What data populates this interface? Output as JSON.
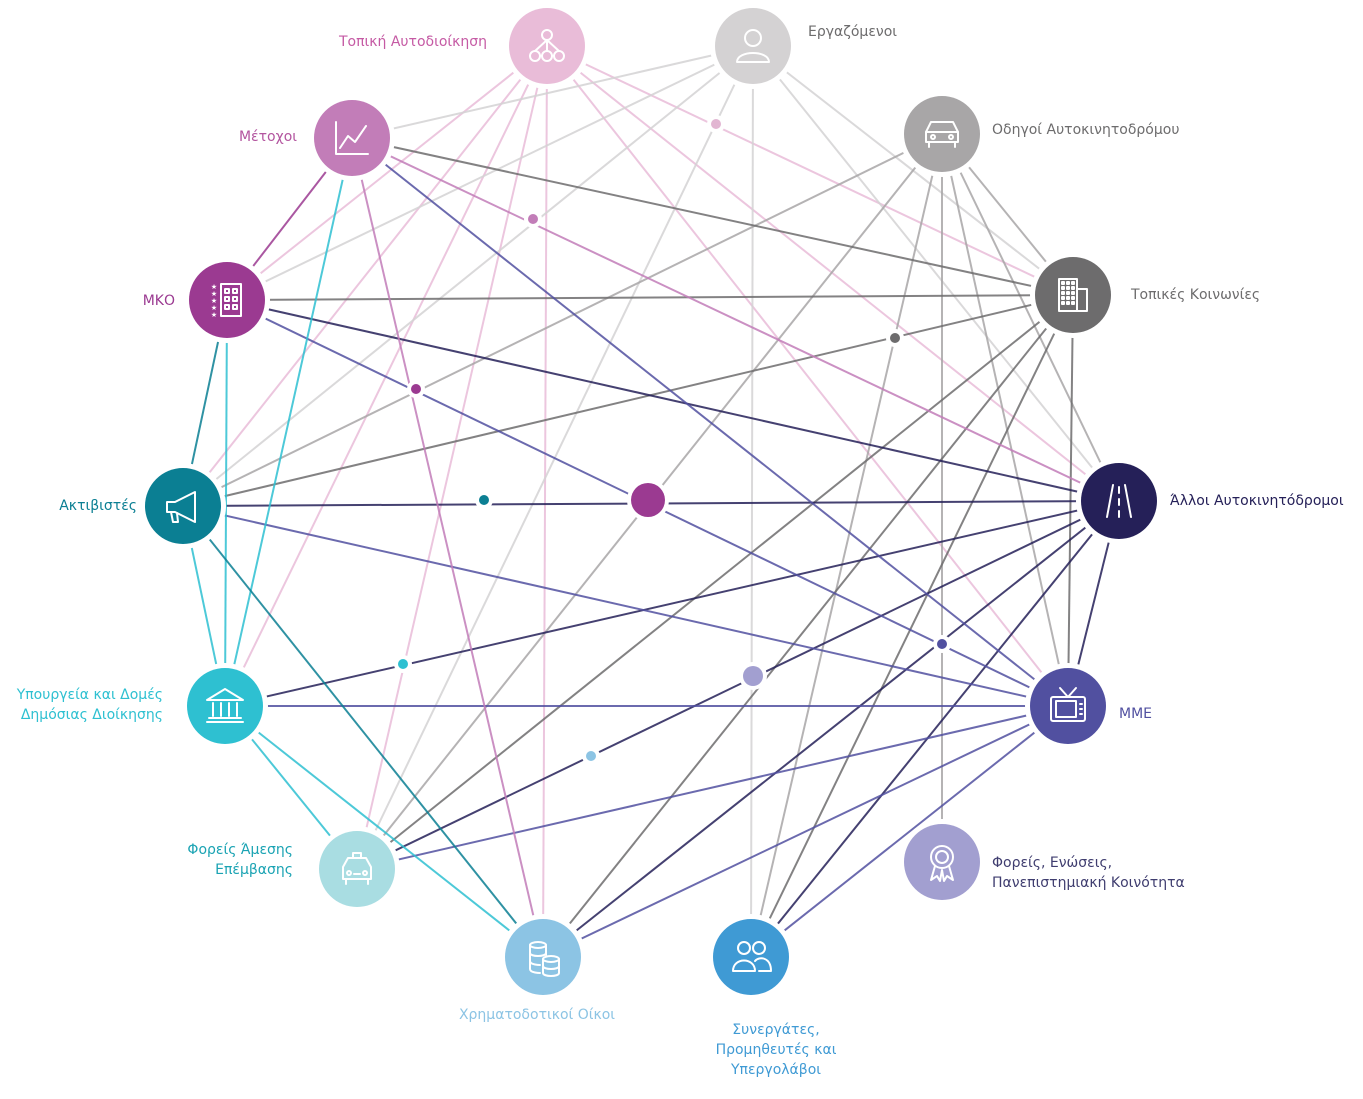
{
  "nodes": [
    {
      "id": "topiki",
      "label": [
        "Τοπική Αυτοδιοίκηση"
      ],
      "color": "#e9bcd8",
      "icon": "hierarchy-icon"
    },
    {
      "id": "ergazomenoi",
      "label": [
        "Εργαζόμενοι"
      ],
      "color": "#d4d2d3",
      "icon": "person-icon"
    },
    {
      "id": "odigoi",
      "label": [
        "Οδηγοί Αυτοκινητοδρόμου"
      ],
      "color": "#a8a6a7",
      "icon": "car-icon"
    },
    {
      "id": "topikes_koinonies",
      "label": [
        "Τοπικές Κοινωνίες"
      ],
      "color": "#6d6c6d",
      "icon": "building-icon"
    },
    {
      "id": "alloi",
      "label": [
        "Άλλοι Αυτοκινητόδρομοι"
      ],
      "color": "#252058",
      "icon": "road-icon"
    },
    {
      "id": "mme",
      "label": [
        "ΜΜΕ"
      ],
      "color": "#5150a0",
      "icon": "tv-icon"
    },
    {
      "id": "foreis_enoseis",
      "label": [
        "Φορείς, Ενώσεις,",
        "Πανεπιστημιακή Κοινότητα"
      ],
      "color": "#a29fd0",
      "icon": "award-icon"
    },
    {
      "id": "synergates",
      "label": [
        "Συνεργάτες,",
        "Προμηθευτές και",
        "Υπεργολάβοι"
      ],
      "color": "#3f9ad4",
      "icon": "people-icon"
    },
    {
      "id": "xrimatodotikoi",
      "label": [
        "Χρηματοδοτικοί Οίκοι"
      ],
      "color": "#8cc4e4",
      "icon": "coins-icon"
    },
    {
      "id": "foreis_amesis",
      "label": [
        "Φορείς Άμεσης",
        "Επέμβασης"
      ],
      "color": "#a9dde2",
      "icon": "taxi-icon"
    },
    {
      "id": "ypourgeia",
      "label": [
        "Υπουργεία και Δομές",
        "Δημόσιας Διοίκησης"
      ],
      "color": "#2ec0d1",
      "icon": "government-icon"
    },
    {
      "id": "aktivistes",
      "label": [
        "Ακτιβιστές"
      ],
      "color": "#0b7f93",
      "icon": "megaphone-icon"
    },
    {
      "id": "mko",
      "label": [
        "ΜΚΟ"
      ],
      "color": "#9b3a91",
      "icon": "hotel-icon"
    },
    {
      "id": "metoxoi",
      "label": [
        "Μέτοχοι"
      ],
      "color": "#c27db8",
      "icon": "chart-up-icon"
    }
  ],
  "edges": [
    [
      "topiki",
      "ypourgeia"
    ],
    [
      "topiki",
      "foreis_amesis"
    ],
    [
      "topiki",
      "aktivistes"
    ],
    [
      "topiki",
      "mko"
    ],
    [
      "topiki",
      "alloi"
    ],
    [
      "topiki",
      "topikes_koinonies"
    ],
    [
      "topiki",
      "mme"
    ],
    [
      "topiki",
      "xrimatodotikoi"
    ],
    [
      "ergazomenoi",
      "synergates"
    ],
    [
      "ergazomenoi",
      "foreis_amesis"
    ],
    [
      "ergazomenoi",
      "mko"
    ],
    [
      "ergazomenoi",
      "aktivistes"
    ],
    [
      "ergazomenoi",
      "topikes_koinonies"
    ],
    [
      "ergazomenoi",
      "alloi"
    ],
    [
      "ergazomenoi",
      "metoxoi"
    ],
    [
      "odigoi",
      "foreis_amesis"
    ],
    [
      "odigoi",
      "synergates"
    ],
    [
      "odigoi",
      "foreis_enoseis"
    ],
    [
      "odigoi",
      "aktivistes"
    ],
    [
      "odigoi",
      "mme"
    ],
    [
      "odigoi",
      "alloi"
    ],
    [
      "odigoi",
      "topikes_koinonies"
    ],
    [
      "topikes_koinonies",
      "mko"
    ],
    [
      "topikes_koinonies",
      "aktivistes"
    ],
    [
      "topikes_koinonies",
      "foreis_amesis"
    ],
    [
      "topikes_koinonies",
      "synergates"
    ],
    [
      "topikes_koinonies",
      "mme"
    ],
    [
      "topikes_koinonies",
      "metoxoi"
    ],
    [
      "topikes_koinonies",
      "xrimatodotikoi"
    ],
    [
      "alloi",
      "mko"
    ],
    [
      "alloi",
      "aktivistes"
    ],
    [
      "alloi",
      "ypourgeia"
    ],
    [
      "alloi",
      "mme"
    ],
    [
      "alloi",
      "synergates"
    ],
    [
      "alloi",
      "xrimatodotikoi"
    ],
    [
      "alloi",
      "foreis_amesis"
    ],
    [
      "mme",
      "ypourgeia"
    ],
    [
      "mme",
      "aktivistes"
    ],
    [
      "mme",
      "metoxoi"
    ],
    [
      "mme",
      "foreis_amesis"
    ],
    [
      "mme",
      "synergates"
    ],
    [
      "mme",
      "xrimatodotikoi"
    ],
    [
      "mme",
      "mko"
    ],
    [
      "ypourgeia",
      "aktivistes"
    ],
    [
      "ypourgeia",
      "mko"
    ],
    [
      "ypourgeia",
      "metoxoi"
    ],
    [
      "ypourgeia",
      "foreis_amesis"
    ],
    [
      "ypourgeia",
      "xrimatodotikoi"
    ],
    [
      "aktivistes",
      "mko"
    ],
    [
      "aktivistes",
      "xrimatodotikoi"
    ],
    [
      "mko",
      "metoxoi"
    ],
    [
      "metoxoi",
      "xrimatodotikoi"
    ],
    [
      "metoxoi",
      "alloi"
    ]
  ],
  "dots": [
    {
      "size": "large",
      "color": "#9b3a91"
    },
    {
      "size": "small",
      "color": "#e2b6d2"
    },
    {
      "size": "small",
      "color": "#c27db8"
    },
    {
      "size": "small",
      "color": "#6d6c6d"
    },
    {
      "size": "small",
      "color": "#9b3a91"
    },
    {
      "size": "small",
      "color": "#0b7f93"
    },
    {
      "size": "small",
      "color": "#5150a0"
    },
    {
      "size": "small",
      "color": "#2ec0d1"
    },
    {
      "size": "medium",
      "color": "#a29fd0"
    },
    {
      "size": "small",
      "color": "#8cc4e4"
    }
  ]
}
